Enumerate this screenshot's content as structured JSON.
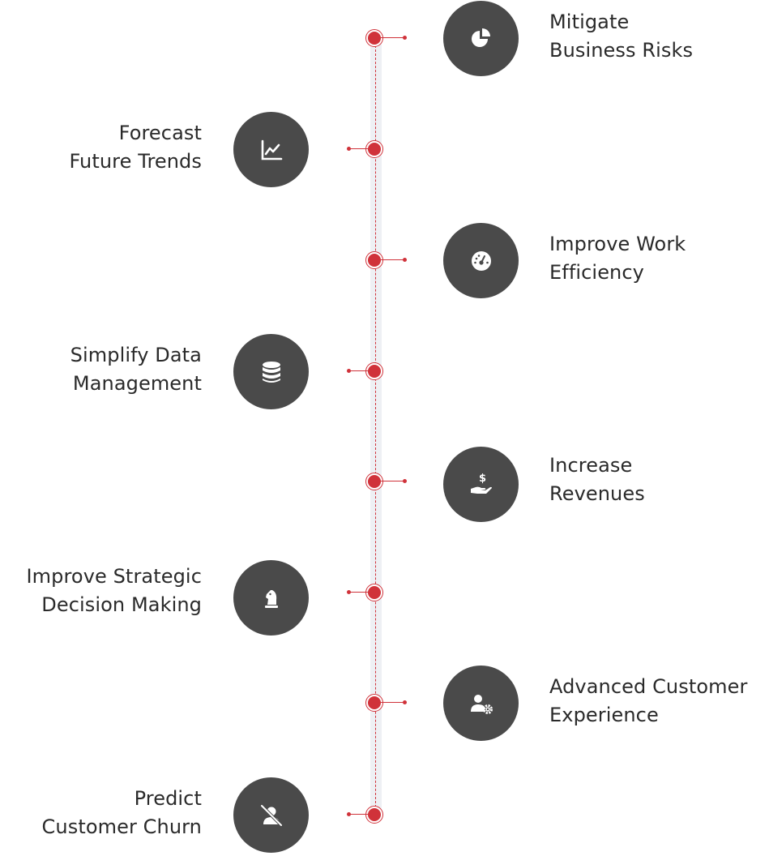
{
  "colors": {
    "accent": "#d0323a",
    "badge": "#4a4a4a",
    "spine": "#eef0f4",
    "text": "#2a2a2a"
  },
  "timeline": {
    "items": [
      {
        "side": "right",
        "icon": "pie-chart-icon",
        "line1": "Mitigate",
        "line2": "Business Risks"
      },
      {
        "side": "left",
        "icon": "line-chart-icon",
        "line1": "Forecast",
        "line2": "Future Trends"
      },
      {
        "side": "right",
        "icon": "speedometer-icon",
        "line1": "Improve Work",
        "line2": "Efficiency"
      },
      {
        "side": "left",
        "icon": "database-icon",
        "line1": "Simplify Data",
        "line2": "Management"
      },
      {
        "side": "right",
        "icon": "money-hand-icon",
        "line1": "Increase",
        "line2": "Revenues"
      },
      {
        "side": "left",
        "icon": "chess-knight-icon",
        "line1": "Improve Strategic",
        "line2": "Decision Making"
      },
      {
        "side": "right",
        "icon": "user-gear-icon",
        "line1": "Advanced Customer",
        "line2": "Experience"
      },
      {
        "side": "left",
        "icon": "user-slash-icon",
        "line1": "Predict",
        "line2": "Customer Churn"
      }
    ]
  }
}
